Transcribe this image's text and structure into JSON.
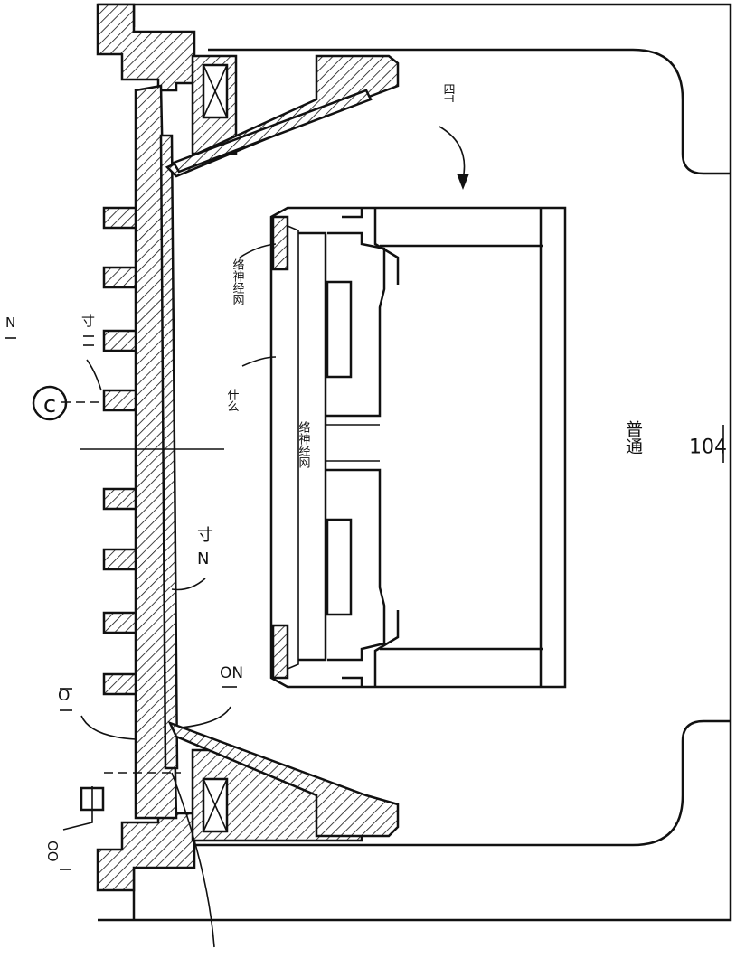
{
  "figure": {
    "labels": {
      "ref_104": "104",
      "pu_tong": "普通",
      "si_t": "四T",
      "luo_shen_jing_wang_top": "络神经网",
      "shen_me": "什么",
      "luo_shen_jing_wang_center": "络神经网",
      "cun_n_left": "寸",
      "n_left": "N",
      "c_circle": "c",
      "cun_n_mid": "寸",
      "n_mid": "N",
      "on_label": "ON",
      "o_left": "O",
      "oo_bottom": "OO"
    }
  }
}
